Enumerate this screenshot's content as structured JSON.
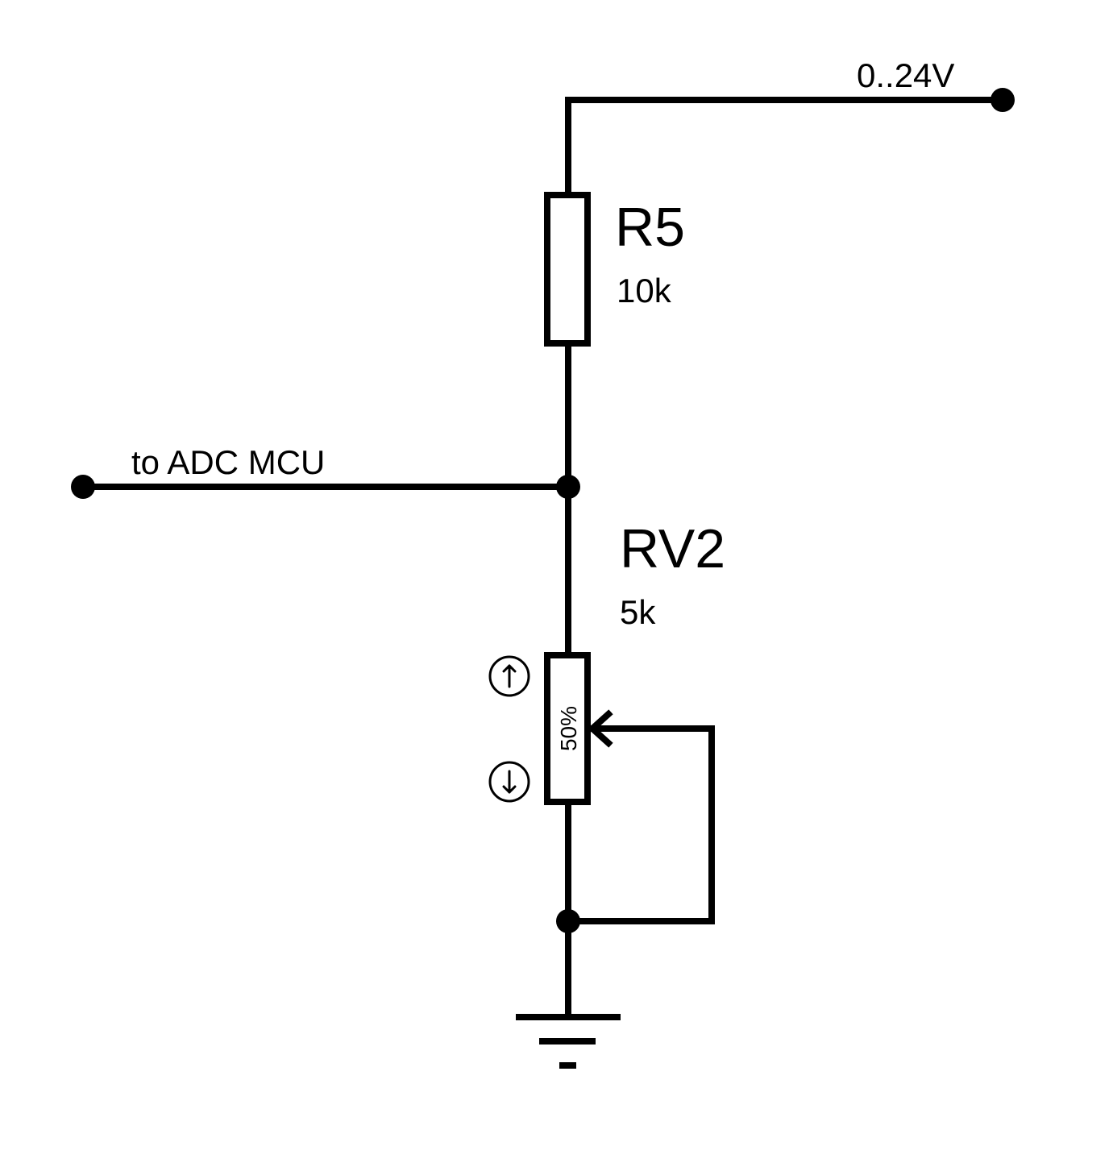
{
  "supply": {
    "label": "0..24V"
  },
  "adc": {
    "label": "to ADC MCU"
  },
  "r5": {
    "ref": "R5",
    "value": "10k"
  },
  "rv2": {
    "ref": "RV2",
    "value": "5k",
    "setting": "50%",
    "setting_fraction": 0.5
  },
  "icons": {
    "increase": "up-arrow-circle-icon",
    "decrease": "down-arrow-circle-icon",
    "ground": "ground-icon"
  },
  "colors": {
    "line": "#000000",
    "background": "#ffffff"
  }
}
